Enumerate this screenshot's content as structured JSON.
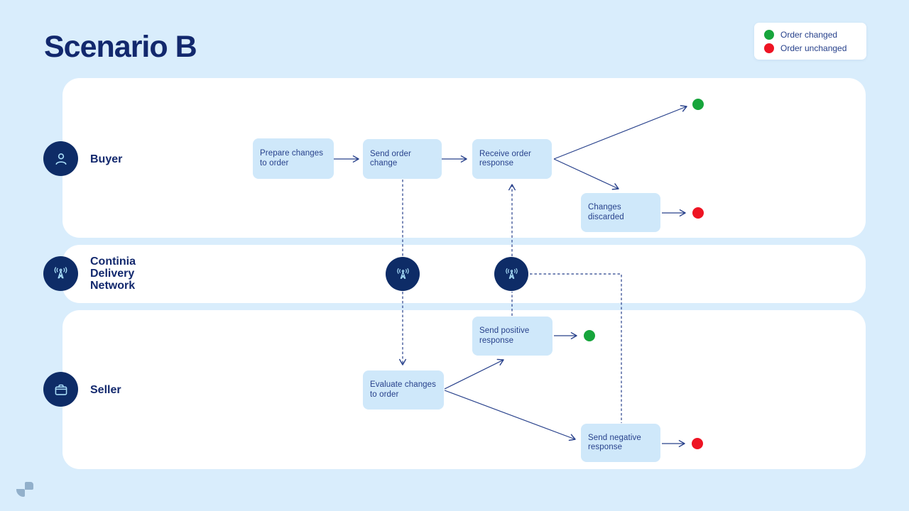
{
  "header": {
    "title": "Scenario B"
  },
  "legend": {
    "items": [
      {
        "label": "Order changed",
        "color": "#17a53c"
      },
      {
        "label": "Order unchanged",
        "color": "#ee1423"
      }
    ]
  },
  "lanes": [
    {
      "id": "buyer",
      "label": "Buyer",
      "icon": "person-icon"
    },
    {
      "id": "network",
      "label": "Continia Delivery Network",
      "icon": "antenna-icon"
    },
    {
      "id": "seller",
      "label": "Seller",
      "icon": "briefcase-icon"
    }
  ],
  "nodes": {
    "prepare": "Prepare changes to order",
    "send_change": "Send order change",
    "receive_response": "Receive order response",
    "changes_discarded": "Changes discarded",
    "evaluate": "Evaluate changes to order",
    "send_positive": "Send positive response",
    "send_negative": "Send negative response"
  },
  "colors": {
    "background": "#d9edfc",
    "lane": "#ffffff",
    "node_fill": "#cfe8fa",
    "navy": "#0e2c67",
    "text": "#27418b",
    "line": "#27408b",
    "green": "#17a53c",
    "red": "#ee1423"
  }
}
